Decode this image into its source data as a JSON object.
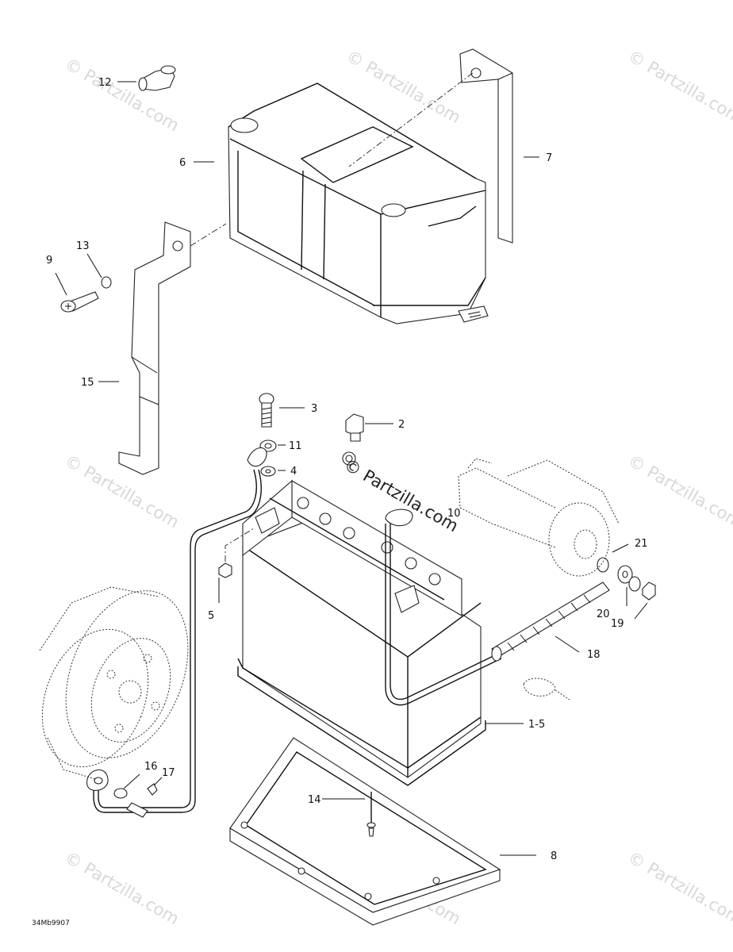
{
  "watermark": {
    "text": "© Partzilla.com",
    "center_text": "© Partzilla.com"
  },
  "callouts": {
    "c1": "1-5",
    "c2": "2",
    "c3": "3",
    "c4": "4",
    "c5": "5",
    "c6": "6",
    "c7": "7",
    "c8": "8",
    "c9": "9",
    "c10": "10",
    "c11": "11",
    "c12": "12",
    "c13": "13",
    "c14": "14",
    "c15": "15",
    "c16": "16",
    "c17": "17",
    "c18": "18",
    "c19": "19",
    "c20": "20",
    "c21": "21"
  },
  "reference_code": "34Mb9907"
}
